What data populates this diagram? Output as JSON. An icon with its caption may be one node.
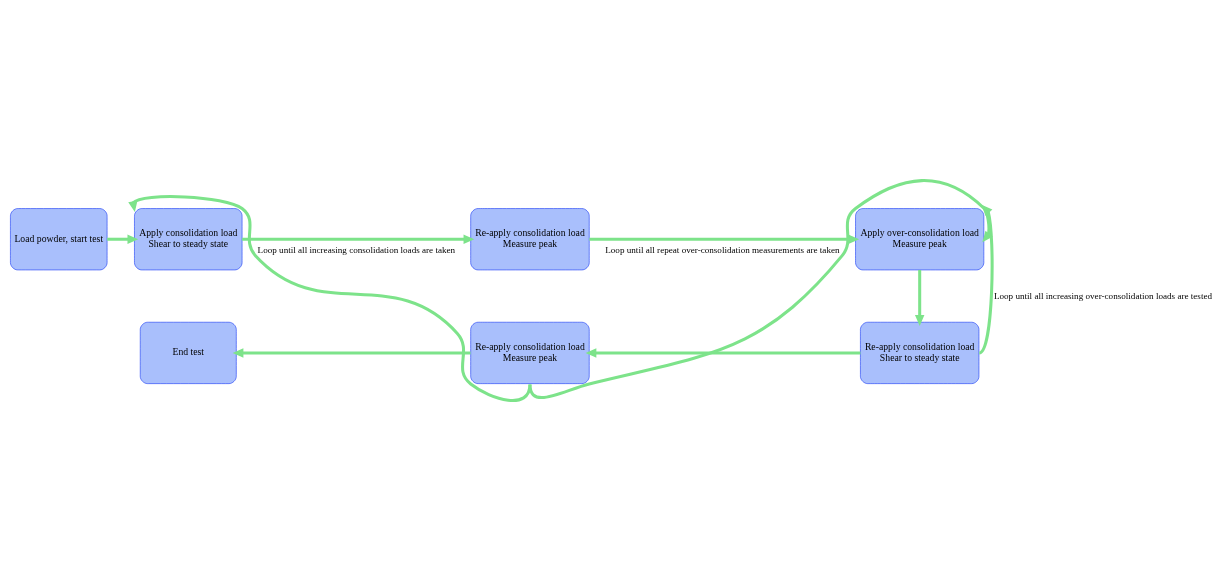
{
  "diagram": {
    "nodes": [
      {
        "text": [
          "Load powder, start test"
        ]
      },
      {
        "text": [
          "Apply consolidation load",
          "Shear to steady state"
        ]
      },
      {
        "text": [
          "Re-apply consolidation load",
          "Measure peak"
        ]
      },
      {
        "text": [
          "Apply over-consolidation load",
          "Measure peak"
        ]
      },
      {
        "text": [
          "Re-apply consolidation load",
          "Shear to steady state"
        ]
      },
      {
        "text": [
          "Re-apply consolidation load",
          "Measure peak"
        ]
      },
      {
        "text": [
          "End test"
        ]
      }
    ],
    "edges": [
      {
        "from": 0,
        "to": 1,
        "arrow": "to"
      },
      {
        "from": 1,
        "to": 2,
        "arrow": "to"
      },
      {
        "from": 2,
        "to": 3,
        "arrow": "to"
      },
      {
        "from": 3,
        "to": 4,
        "arrow": "to"
      },
      {
        "from": 4,
        "to": 5,
        "arrow": "to"
      },
      {
        "from": 5,
        "to": 6,
        "arrow": "to"
      },
      {
        "from": 4,
        "to": 3,
        "arrow": "to",
        "label": "Loop until all increasing over-consolidation loads are tested"
      },
      {
        "from": 5,
        "to": 3,
        "arrow": "to",
        "label": "Loop until all repeat over-consolidation measurements are taken"
      },
      {
        "from": 5,
        "to": 1,
        "arrow": "to",
        "label": "Loop until all increasing consolidation loads are taken"
      }
    ]
  }
}
